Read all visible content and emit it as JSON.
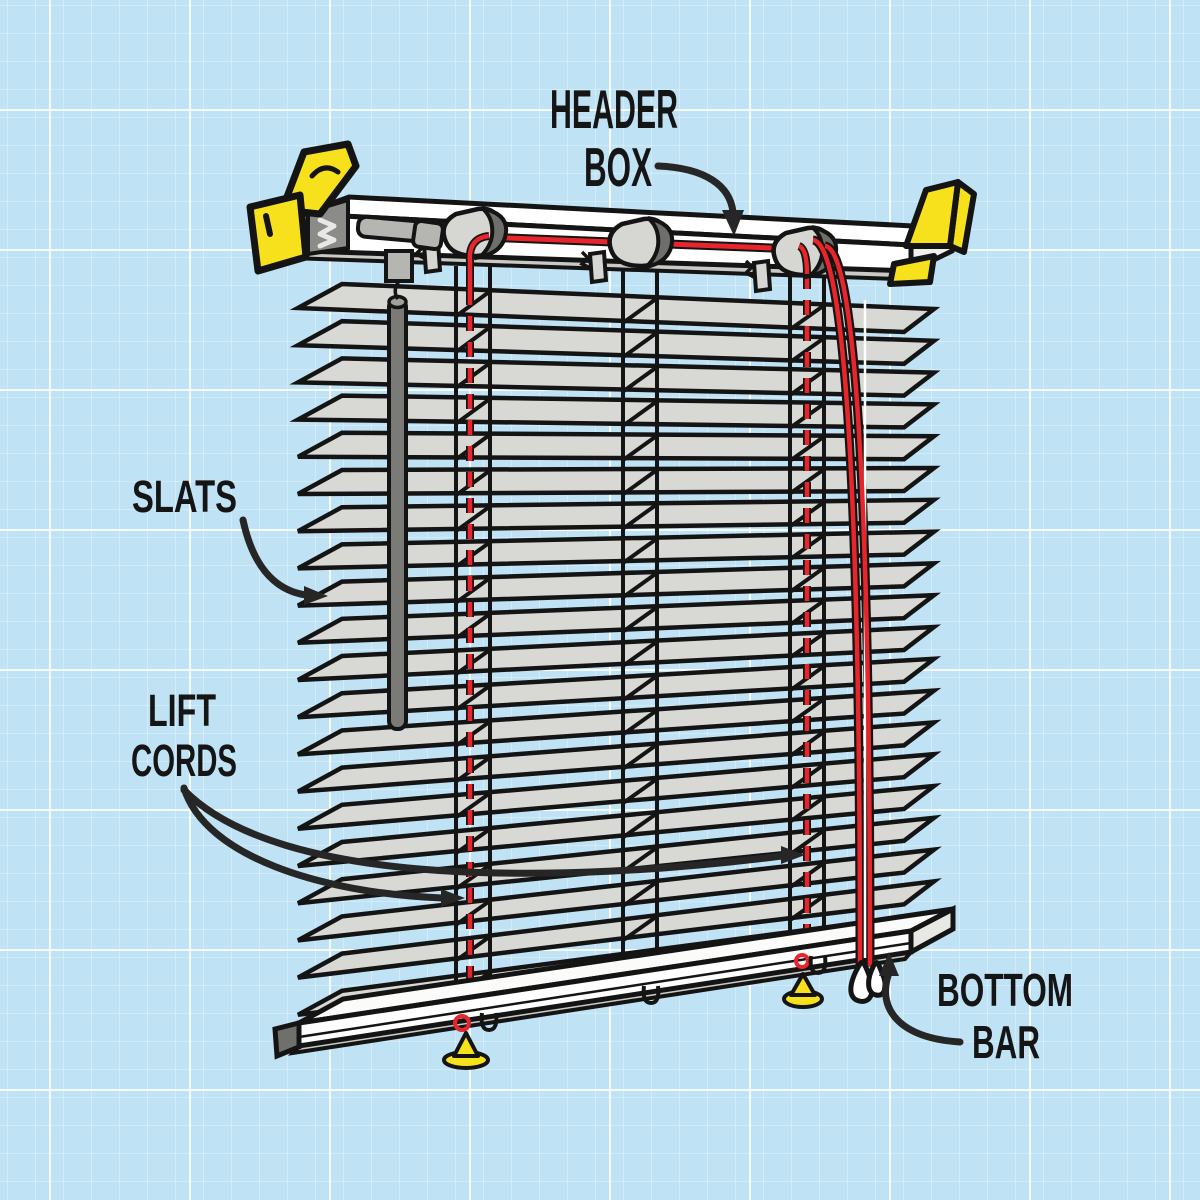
{
  "title": "Window blinds parts diagram",
  "labels": {
    "header_box": [
      "HEADER",
      "BOX"
    ],
    "slats": [
      "SLATS"
    ],
    "lift_cords": [
      "LIFT",
      "CORDS"
    ],
    "bottom_bar": [
      "BOTTOM",
      "BAR"
    ]
  },
  "colors": {
    "background": "#bfe2f4",
    "grid_line": "#ffffff",
    "outline": "#141414",
    "slat_fill": "#d8d8d4",
    "box_white": "#ffffff",
    "cord_red": "#e8252a",
    "bracket_yellow": "#f6e11c",
    "wand_gray": "#7a7a77",
    "metal_gray": "#b5b5b2",
    "drum_gray": "#d6d6d3",
    "drum_dark": "#6e6e6b",
    "cap_dark": "#6f6f6c",
    "underside_gray": "#c9c9c6",
    "label_color": "#151515"
  },
  "diagram": {
    "slat_count": 20,
    "ladder_count": 3,
    "dashed_lift_cords": 2,
    "pull_cords": 2,
    "tassels": 2,
    "cord_knots": 1,
    "brackets": 2,
    "cord_drums": 3
  }
}
